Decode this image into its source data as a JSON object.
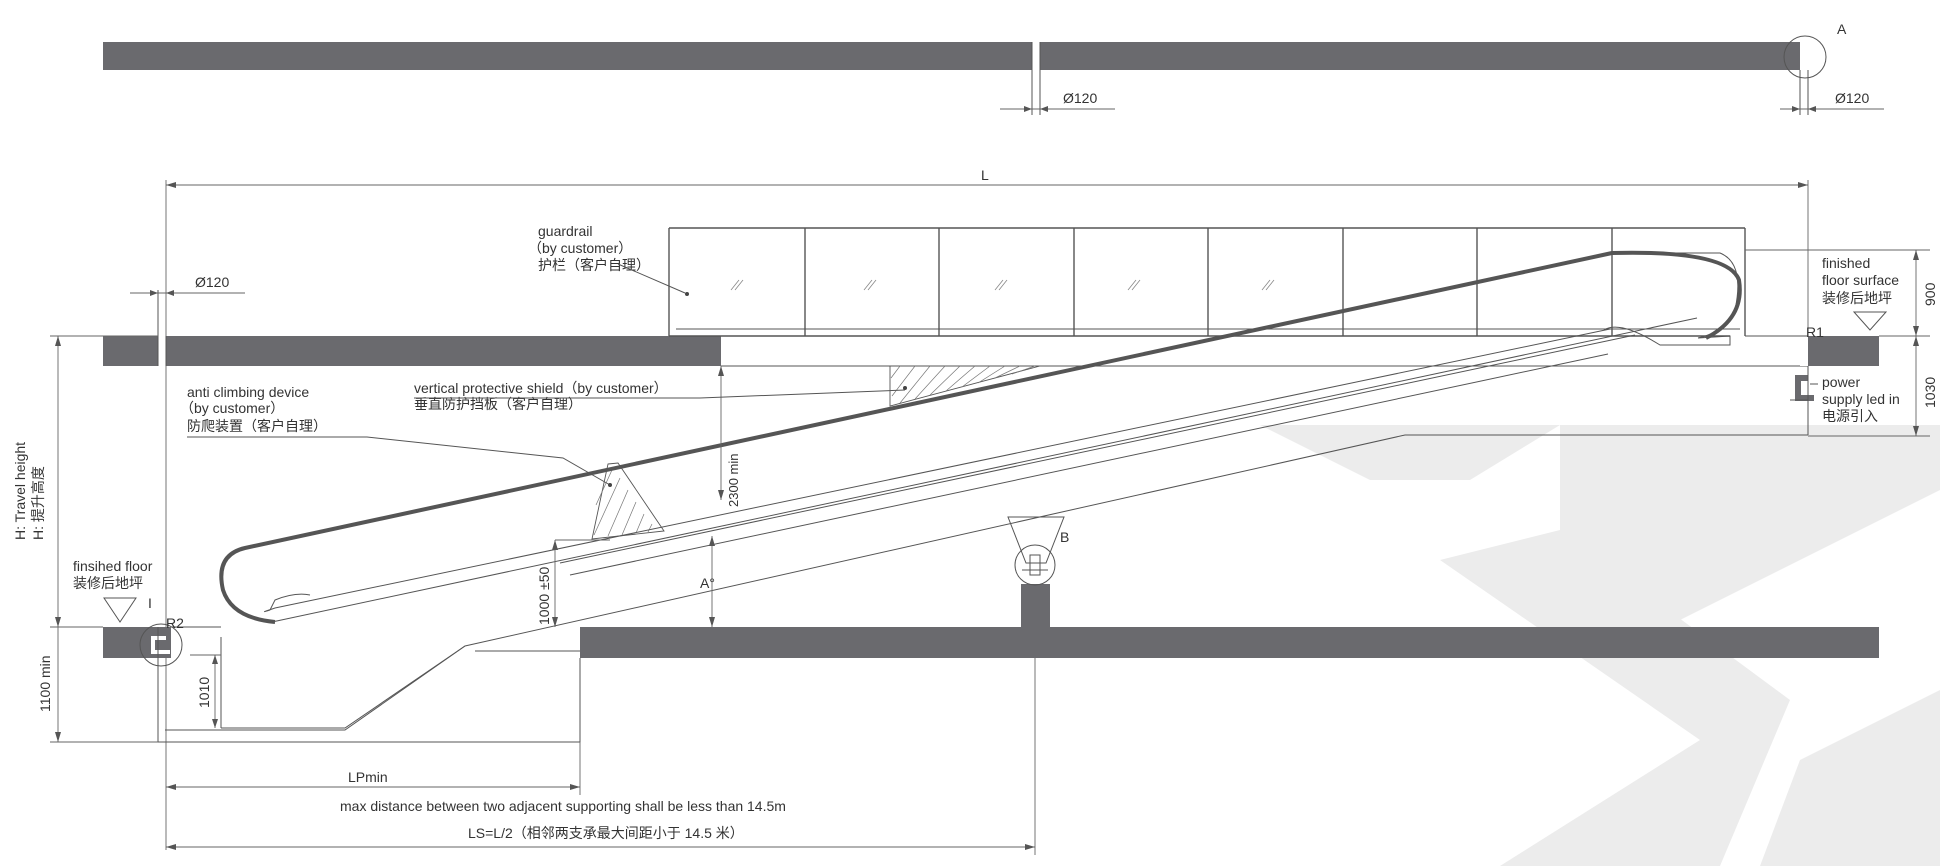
{
  "top_view": {
    "hole_dim_mid": "Ø120",
    "hole_dim_right": "Ø120",
    "detail_a": "A"
  },
  "dims": {
    "overall_length": "L",
    "hole_dim_upper": "Ø120",
    "guardrail_height": "900",
    "upper_pit_depth": "1030",
    "clearance_2300": "2300 min",
    "handrail_height": "1000 ±50",
    "angle": "A°",
    "lower_pit_depth": "1010",
    "lower_pit_min": "1100 min",
    "pit_length": "LPmin",
    "travel_height_en": "H:  Travel height",
    "travel_height_cn": "H:  提升高度",
    "support_note": "max distance between two adjacent supporting shall be less than 14.5m",
    "support_span": "LS=L/2（相邻两支承最大间距小于 14.5 米）"
  },
  "labels": {
    "guardrail_en": "guardrail",
    "guardrail_by": "（by customer）",
    "guardrail_cn": "护栏（客户自理）",
    "finished_floor_surface_1": "finished",
    "finished_floor_surface_2": "floor surface",
    "finished_floor_surface_cn": "装修后地坪",
    "r1": "R1",
    "power_1": "power",
    "power_2": "supply led in",
    "power_cn": "电源引入",
    "shield_en": "vertical protective shield（by customer）",
    "shield_cn": "垂直防护挡板（客户自理）",
    "anti_en": "anti climbing device",
    "anti_by": "（by customer）",
    "anti_cn": "防爬装置（客户自理）",
    "lower_floor_en": "finsihed floor",
    "lower_floor_cn": "装修后地坪",
    "detail_i": "I",
    "r2": "R2",
    "detail_b": "B"
  }
}
